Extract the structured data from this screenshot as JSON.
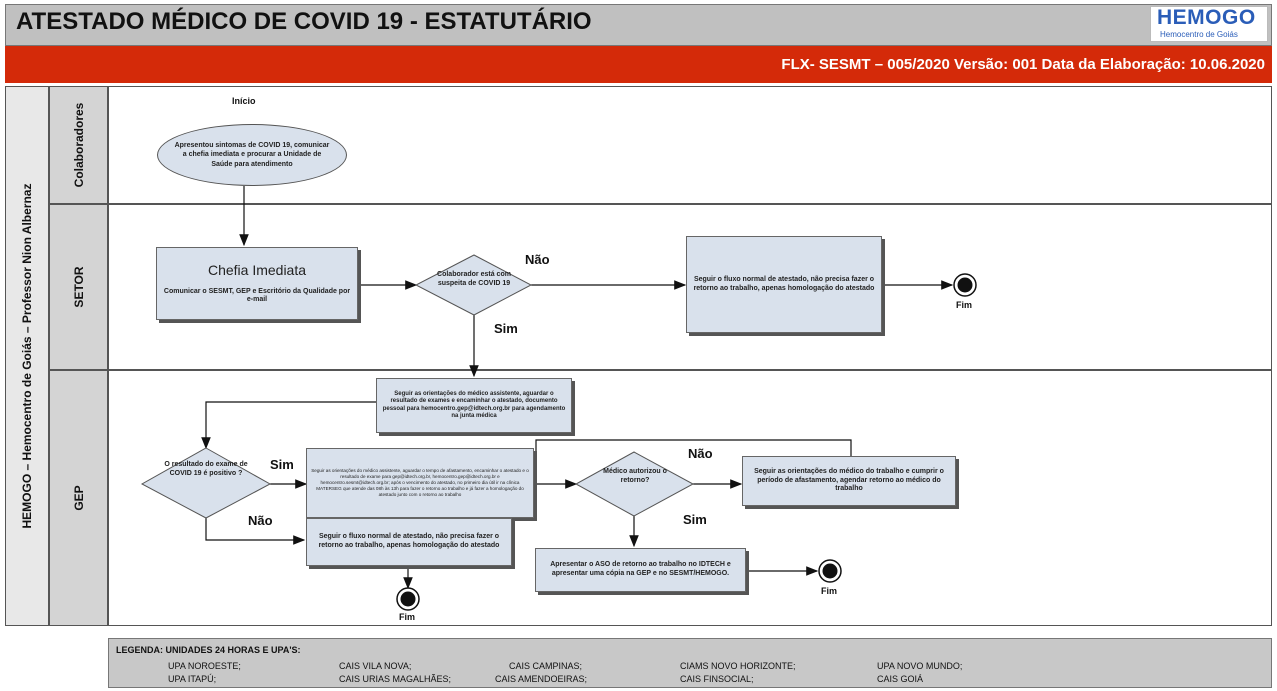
{
  "header": {
    "title": "ATESTADO MÉDICO DE COVID 19 - ESTATUTÁRIO",
    "logo_main": "HEMOGO",
    "logo_sub": "Hemocentro de Goiás",
    "code_line": "FLX- SESMT – 005/2020 Versão: 001 Data da Elaboração: 10.06.2020"
  },
  "pool": {
    "label": "HEMOGO – Hemocentro de Goiás – Professor Nion Albernaz"
  },
  "lanes": {
    "colaboradores": "Colaboradores",
    "setor": "SETOR",
    "gep": "GEP"
  },
  "nodes": {
    "start_label": "Início",
    "start_text": "Apresentou sintomas de COVID 19, comunicar a chefia imediata e procurar a Unidade de Saúde para atendimento",
    "chefia_title": "Chefia Imediata",
    "chefia_text": "Comunicar o SESMT, GEP e Escritório da Qualidade por e-mail",
    "decision_suspeita": "Colaborador está com suspeita de COVID 19",
    "nao_1": "Não",
    "sim_1": "Sim",
    "fluxo_normal_setor": "Seguir o fluxo normal de atestado, não precisa fazer o retorno ao trabalho, apenas homologação do atestado",
    "fim_1": "Fim",
    "gep_orientacoes": "Seguir as orientações do médico assistente, aguardar o resultado de exames e encaminhar o atestado, documento pessoal para hemocentro.gep@idtech.org.br para agendamento na junta médica",
    "decision_resultado": "O resultado do exame de COVID 19 é positivo ?",
    "sim_2": "Sim",
    "nao_2": "Não",
    "gep_positivo": "Seguir as orientações do médico assistente, aguardar o tempo de afastamento, encaminhar o atestado e o resultado de exame para gep@idtech.org.br, hemocentro.gep@idtech.org.br e hemocentro.sesmt@idtech.org.br; após o vencimento do atestado, no primeiro dia útil ir na clínica MATERSEG que atende das 08h às 13h para fazer o retorno ao trabalho e já fazer a homologação do atestado junto com o retorno ao trabalho",
    "decision_medico": "Médico autorizou o retorno?",
    "nao_3": "Não",
    "sim_3": "Sim",
    "gep_medico_trabalho": "Seguir as orientações do médico do trabalho e cumprir o período de afastamento, agendar retorno ao médico do trabalho",
    "gep_fluxo_normal": "Seguir o fluxo normal de atestado, não precisa fazer o retorno ao trabalho, apenas homologação do atestado",
    "fim_2": "Fim",
    "aso": "Apresentar o ASO de retorno ao trabalho no IDTECH e apresentar uma cópia na GEP e no SESMT/HEMOGO.",
    "fim_3": "Fim"
  },
  "legend": {
    "title": "LEGENDA: UNIDADES 24 HORAS E UPA'S:",
    "row1": [
      "UPA NOROESTE;",
      "CAIS VILA NOVA;",
      "CAIS CAMPINAS;",
      "CIAMS NOVO HORIZONTE;",
      "UPA NOVO MUNDO;"
    ],
    "row2": [
      "UPA ITAPÚ;",
      "CAIS URIAS MAGALHÃES;",
      "CAIS AMENDOEIRAS;",
      "CAIS FINSOCIAL;",
      "CAIS GOIÁ"
    ]
  }
}
